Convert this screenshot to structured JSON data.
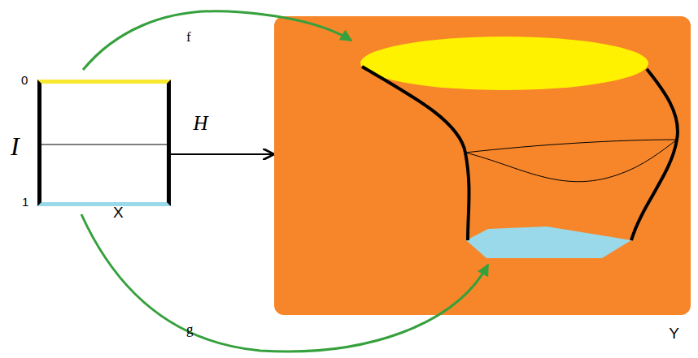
{
  "diagram": {
    "nodes": [
      {
        "text": [
          "X"
        ]
      },
      {
        "text": [
          "Y"
        ]
      }
    ],
    "edges": [
      {
        "from": 0,
        "to": 1,
        "arrow": "to",
        "label": "H"
      }
    ],
    "labels": [
      "0",
      "I",
      "1",
      "f",
      "g"
    ]
  }
}
